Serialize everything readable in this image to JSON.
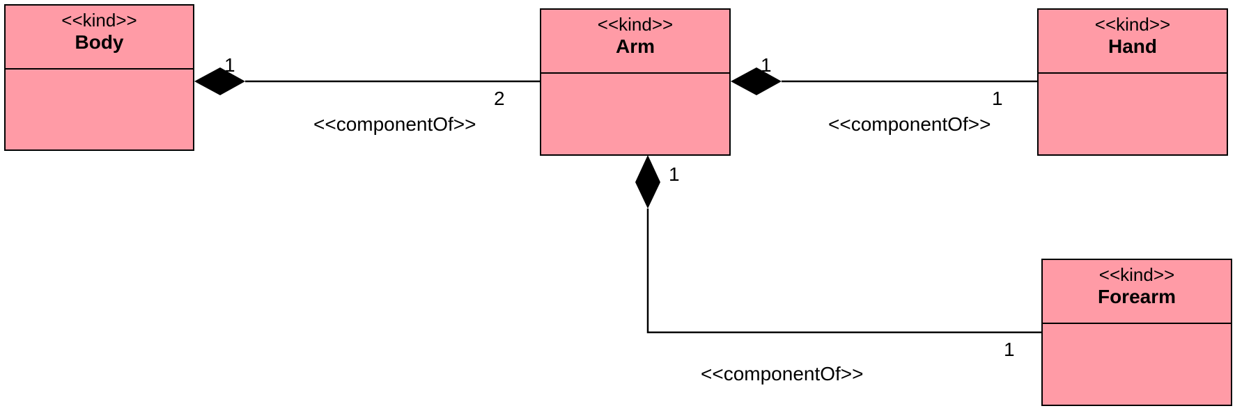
{
  "classes": {
    "body": {
      "stereotype": "<<kind>>",
      "name": "Body"
    },
    "arm": {
      "stereotype": "<<kind>>",
      "name": "Arm"
    },
    "hand": {
      "stereotype": "<<kind>>",
      "name": "Hand"
    },
    "forearm": {
      "stereotype": "<<kind>>",
      "name": "Forearm"
    }
  },
  "associations": {
    "body_arm": {
      "stereotype": "<<componentOf>>",
      "whole_mult": "1",
      "part_mult": "2"
    },
    "arm_hand": {
      "stereotype": "<<componentOf>>",
      "whole_mult": "1",
      "part_mult": "1"
    },
    "arm_forearm": {
      "stereotype": "<<componentOf>>",
      "whole_mult": "1",
      "part_mult": "1"
    }
  },
  "colors": {
    "class_fill": "#ff9ba6",
    "line": "#000000"
  }
}
